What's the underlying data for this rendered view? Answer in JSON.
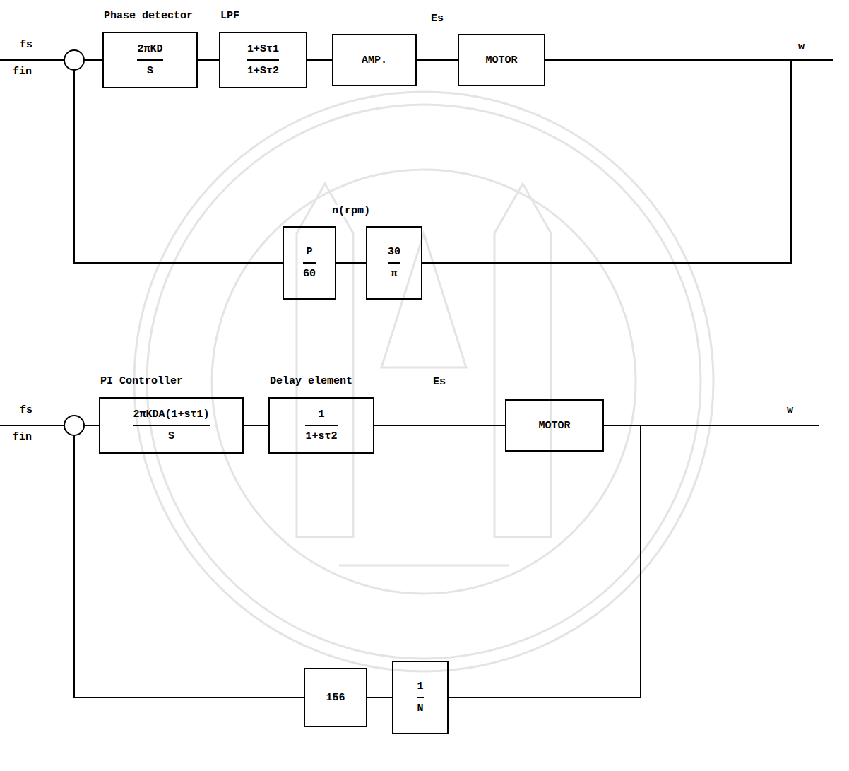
{
  "diagram": {
    "nodes": [
      {
        "text": [
          "Phase detector",
          "2πKD",
          "S"
        ]
      },
      {
        "text": [
          "LPF",
          "1+Sτ1",
          "1+Sτ2"
        ]
      },
      {
        "text": [
          "AMP."
        ]
      },
      {
        "text": [
          "MOTOR"
        ]
      },
      {
        "text": [
          "P",
          "60"
        ]
      },
      {
        "text": [
          "30",
          "π"
        ]
      },
      {
        "text": [
          "PI Controller",
          "2πKDA(1+sτ1)",
          "S"
        ]
      },
      {
        "text": [
          "Delay element",
          "1",
          "1+sτ2"
        ]
      },
      {
        "text": [
          "MOTOR"
        ]
      },
      {
        "text": [
          "156"
        ]
      },
      {
        "text": [
          "1",
          "N"
        ]
      }
    ],
    "edges": [
      {
        "from": 0,
        "to": 1,
        "arrow": "none"
      },
      {
        "from": 1,
        "to": 2,
        "arrow": "none"
      },
      {
        "from": 2,
        "to": 3,
        "label": "Es",
        "arrow": "none"
      },
      {
        "from": 3,
        "to": 5,
        "arrow": "none"
      },
      {
        "from": 5,
        "to": 4,
        "label": "n(rpm)",
        "arrow": "none"
      },
      {
        "from": 6,
        "to": 7,
        "arrow": "none"
      },
      {
        "from": 7,
        "to": 8,
        "label": "Es",
        "arrow": "none"
      },
      {
        "from": 8,
        "to": 10,
        "arrow": "none"
      },
      {
        "from": 10,
        "to": 9,
        "arrow": "none"
      }
    ],
    "labels": [
      "fs",
      "fin",
      "w",
      "fs",
      "fin",
      "w"
    ]
  }
}
